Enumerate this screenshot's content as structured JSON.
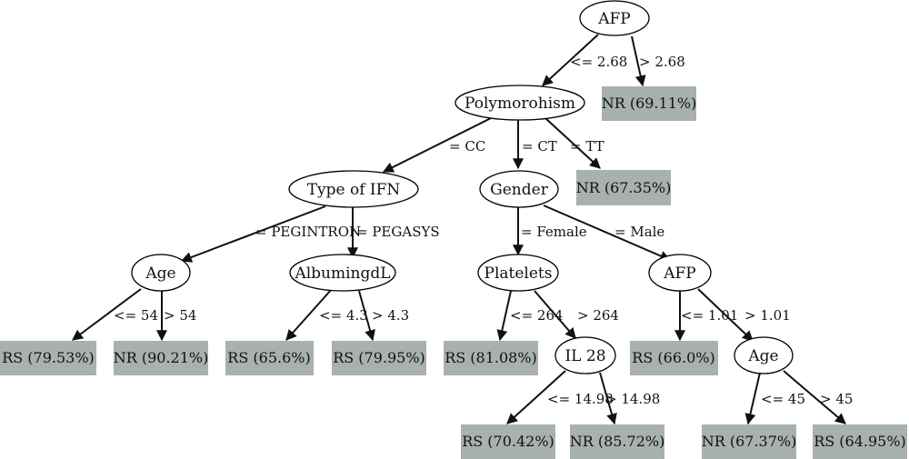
{
  "nodes": {
    "root_afp": "AFP",
    "polymorphism": "Polymorohism",
    "type_ifn": "Type of IFN",
    "gender": "Gender",
    "age_ifn": "Age",
    "albumin": "AlbumingdL",
    "platelets": "Platelets",
    "afp_male": "AFP",
    "il28": "IL 28",
    "age_male": "Age"
  },
  "leaves": {
    "nr_6911": "NR (69.11%)",
    "nr_6735": "NR (67.35%)",
    "rs_7953": "RS (79.53%)",
    "nr_9021": "NR (90.21%)",
    "rs_656": "RS (65.6%)",
    "rs_7995": "RS (79.95%)",
    "rs_8108": "RS (81.08%)",
    "rs_660": "RS (66.0%)",
    "rs_7042": "RS (70.42%)",
    "nr_8572": "NR (85.72%)",
    "nr_6737": "NR (67.37%)",
    "rs_6495": "RS (64.95%)"
  },
  "edges": {
    "afp_le": "<= 2.68",
    "afp_gt": "> 2.68",
    "poly_cc": "= CC",
    "poly_ct": "= CT",
    "poly_tt": "= TT",
    "ifn_peg_intron": "= PEGINTRON",
    "ifn_pegasys": "= PEGASYS",
    "gender_female": "= Female",
    "gender_male": "= Male",
    "age_le": "<= 54",
    "age_gt": "> 54",
    "alb_le": "<= 4.3",
    "alb_gt": "> 4.3",
    "plt_le": "<= 264",
    "plt_gt": "> 264",
    "afp2_le": "<= 1.01",
    "afp2_gt": "> 1.01",
    "il28_le": "<= 14.98",
    "il28_gt": "> 14.98",
    "age2_le": "<= 45",
    "age2_gt": "> 45"
  },
  "colors": {
    "leaf_fill": "#a8b1b0",
    "line": "#111111",
    "node_fill": "#ffffff"
  }
}
